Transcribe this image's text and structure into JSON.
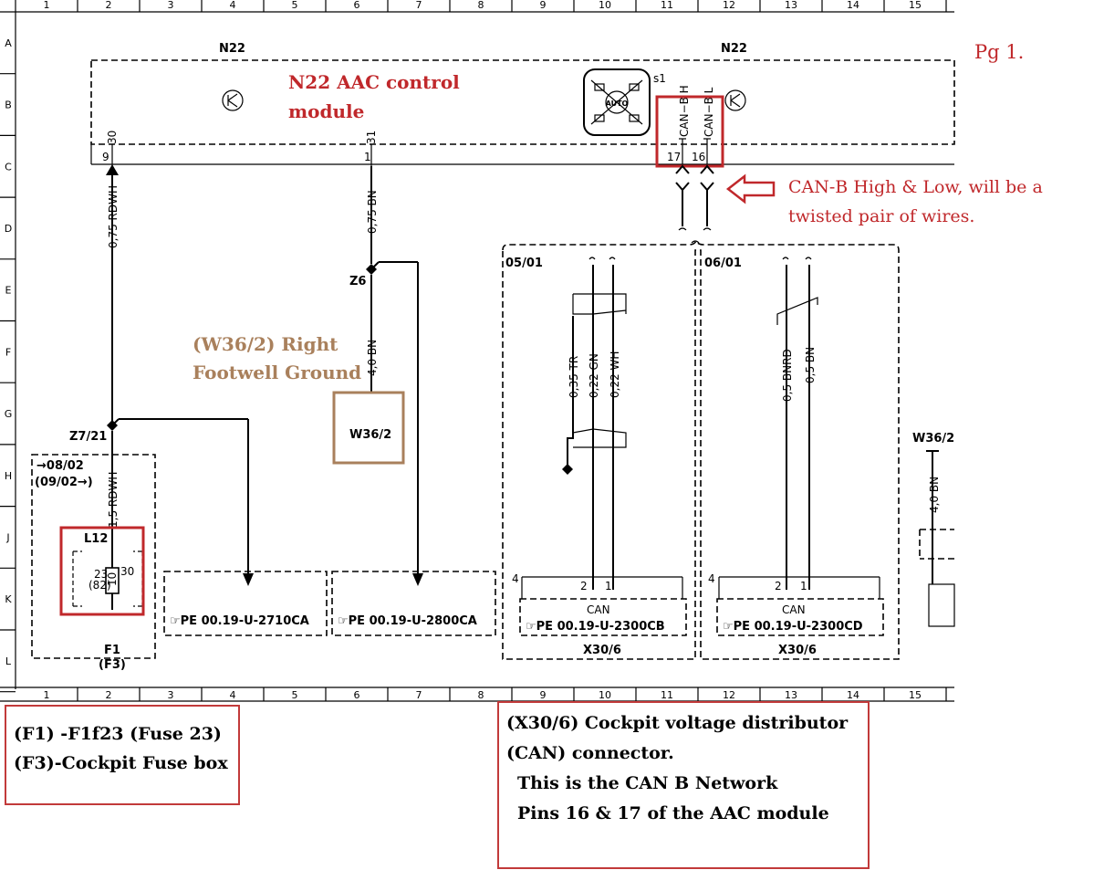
{
  "grid": {
    "columns": [
      "1",
      "2",
      "3",
      "4",
      "5",
      "6",
      "7",
      "8",
      "9",
      "10",
      "11",
      "12",
      "13",
      "14",
      "15"
    ],
    "rows": [
      "A",
      "B",
      "C",
      "D",
      "E",
      "F",
      "G",
      "H",
      "J",
      "K",
      "L"
    ]
  },
  "page_label": "Pg 1.",
  "module": {
    "id_left": "N22",
    "id_right": "N22",
    "switch_id": "s1",
    "switch_center_label": "AUTO",
    "pins": {
      "pin9": "9",
      "pin9_signal": "30",
      "pin1": "1",
      "pin1_signal": "31",
      "pin17": "17",
      "pin16": "16"
    },
    "can_h_label": "CAN−B H",
    "can_l_label": "CAN−B L"
  },
  "wires": {
    "w_30": "0,75 RDWH",
    "w_31": "0,75 BN",
    "w_ground": "4,0 BN",
    "w_fuse": "1,5 RDWH",
    "w_tr": "0,35 TR",
    "w_gn": "0,22 GN",
    "w_wh": "0,22 WH",
    "w_bnrd": "0,5 BNRD",
    "w_bn": "0,5 BN",
    "w_right": "4,0 BN"
  },
  "splices": {
    "z6": "Z6",
    "z7": "Z7/21"
  },
  "ground": {
    "label": "W36/2",
    "label_right": "W36/2"
  },
  "fuse": {
    "ref_a": "→08/02",
    "ref_b": "(09/02→)",
    "l12": "L12",
    "n23": "23",
    "n82": "(82)",
    "n10": "10",
    "n30": "30",
    "name": "F1",
    "box": "(F3)"
  },
  "refs": {
    "pe_2710": "☞PE  00.19-U-2710CA",
    "pe_2800": "☞PE  00.19-U-2800CA",
    "pe_2300cb": "☞PE  00.19-U-2300CB",
    "pe_2300cd": "☞PE  00.19-U-2300CD"
  },
  "connector": {
    "left_ref": "05/01",
    "right_ref": "06/01",
    "pin4": "4",
    "pin2": "2",
    "pin1": "1",
    "can": "CAN",
    "name": "X30/6"
  },
  "annotations": {
    "module_title_1": "N22 AAC control",
    "module_title_2": "module",
    "ground_title_1": "(W36/2) Right",
    "ground_title_2": "Footwell Ground",
    "can_note_1": "CAN-B High & Low, will be a",
    "can_note_2": "twisted pair of wires."
  },
  "notes": {
    "fuse": [
      "(F1) -F1f23 (Fuse 23)",
      "(F3)-Cockpit Fuse box"
    ],
    "x30": [
      "(X30/6) Cockpit voltage distributor",
      "(CAN) connector.",
      "This is the CAN B Network",
      "Pins 16 & 17 of the AAC module"
    ]
  },
  "colors": {
    "red": "#c0282b",
    "tan": "#a9805c",
    "ink": "#000000"
  }
}
